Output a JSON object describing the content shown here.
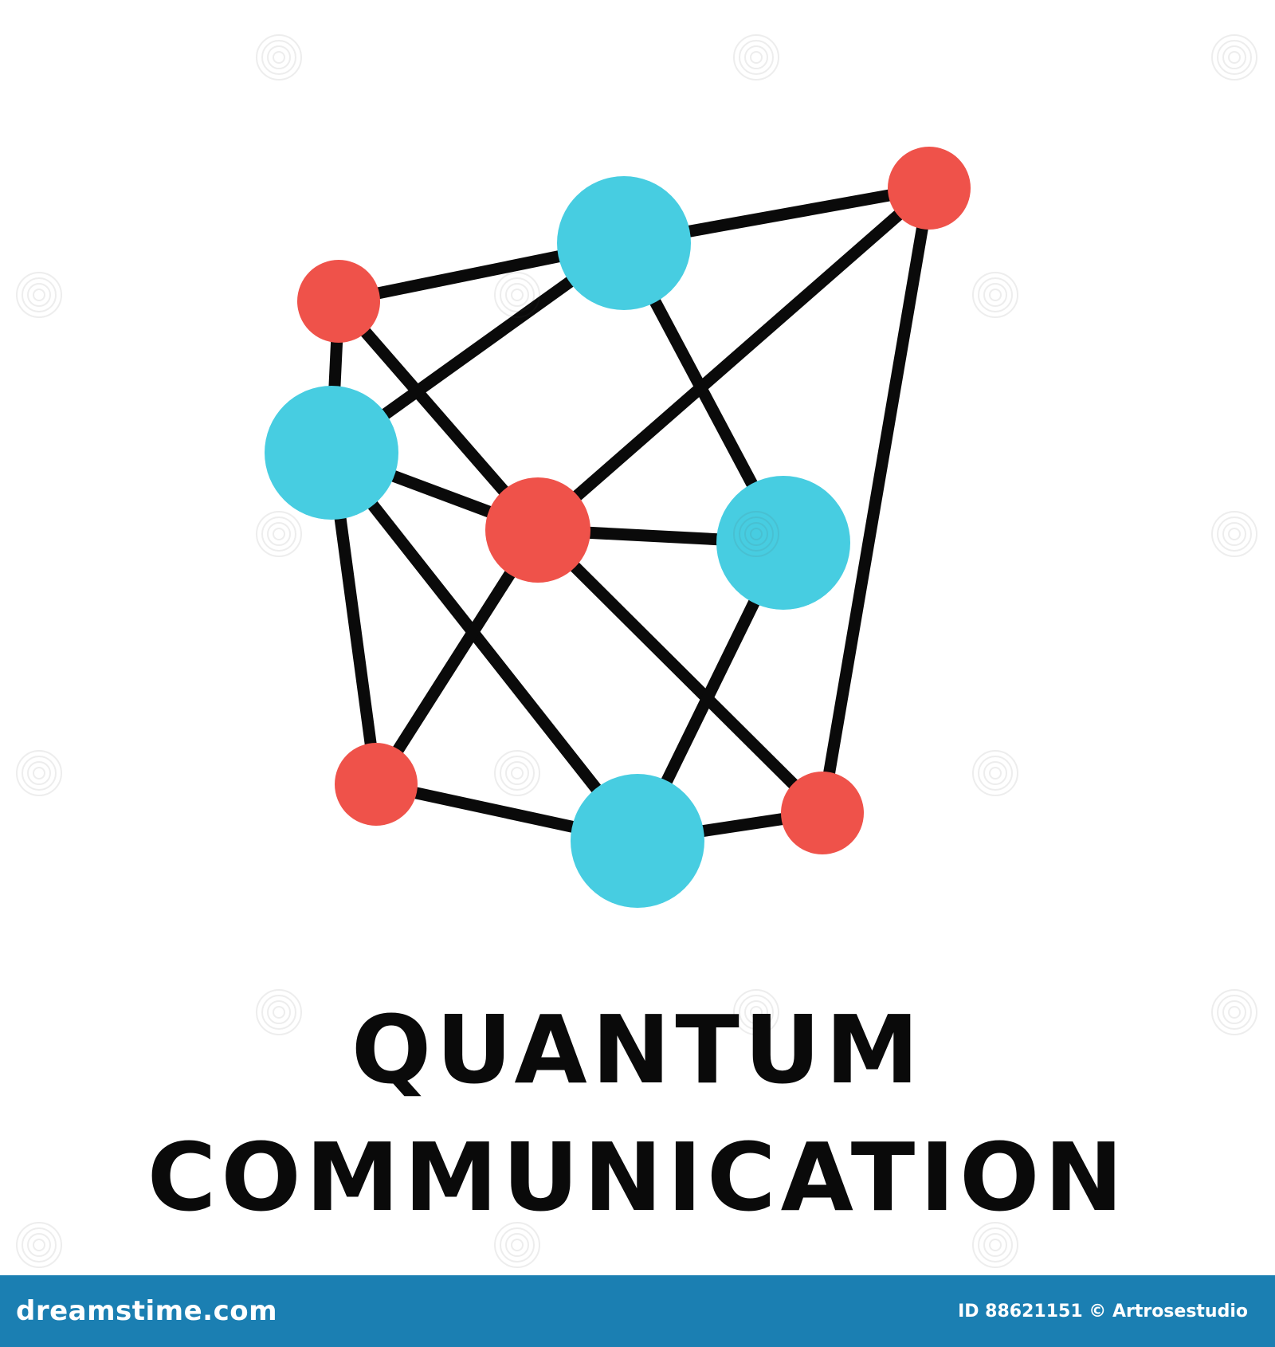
{
  "title": {
    "line1": "QUANTUM",
    "line2": "COMMUNICATION"
  },
  "footer": {
    "site": "dreamstime.com",
    "credit": "ID 88621151 © Artrosestudio",
    "background_color": "#1b7fb2"
  },
  "network": {
    "node_color_red": "#ef524a",
    "node_color_blue": "#47cde1",
    "edge_color": "#0a0a0a"
  },
  "watermark": {
    "icon": "dreamstime-spiral-icon"
  }
}
